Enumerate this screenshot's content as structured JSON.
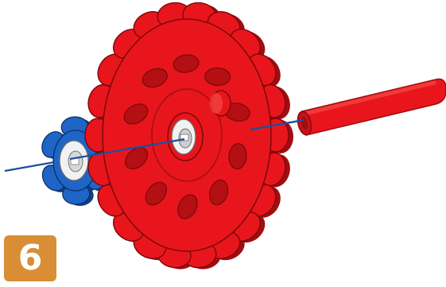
{
  "step": {
    "number": "6"
  },
  "colors": {
    "badge": "#d98e36",
    "gear_red": "#e8161c",
    "gear_red_shade": "#a10d10",
    "gear_red_highlight": "#f54a45",
    "gear_blue": "#1f65c8",
    "gear_blue_shade": "#103f86",
    "hub_white": "#f2f2f2",
    "axle_line": "#1c4fa0"
  },
  "parts": {
    "large_gear": {
      "color": "red",
      "teeth": 22
    },
    "small_gear": {
      "color": "blue",
      "teeth": 6
    },
    "axle": {
      "color": "red"
    },
    "guide_line": {
      "color": "blue"
    }
  }
}
